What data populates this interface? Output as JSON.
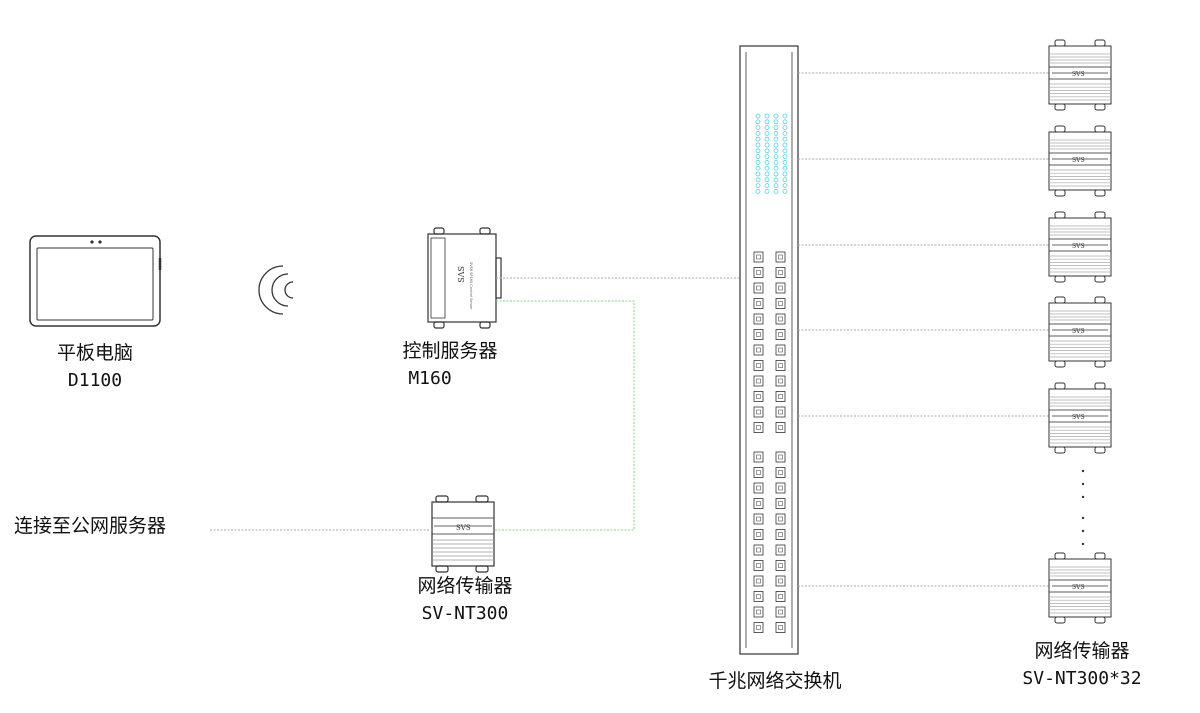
{
  "colors": {
    "line": "#333333",
    "dashed": "#aaaaaa",
    "green": "#7fd97f",
    "cyan": "#4fd4e8",
    "text": "#111111"
  },
  "devices": {
    "tablet": {
      "name": "平板电脑",
      "model": "D1100"
    },
    "server": {
      "name": "控制服务器",
      "model": "M160"
    },
    "transmitter": {
      "name": "网络传输器",
      "model": "SV-NT300"
    },
    "switch": {
      "name": "千兆网络交换机"
    },
    "endpoints": {
      "name": "网络传输器",
      "model": "SV-NT300*32",
      "visible_units": 6
    }
  },
  "public_link": {
    "label": "连接至公网服务器"
  },
  "device_marks": {
    "box_logo": "SVS",
    "server_side_text": "SVS8 SP160 Control Server"
  }
}
